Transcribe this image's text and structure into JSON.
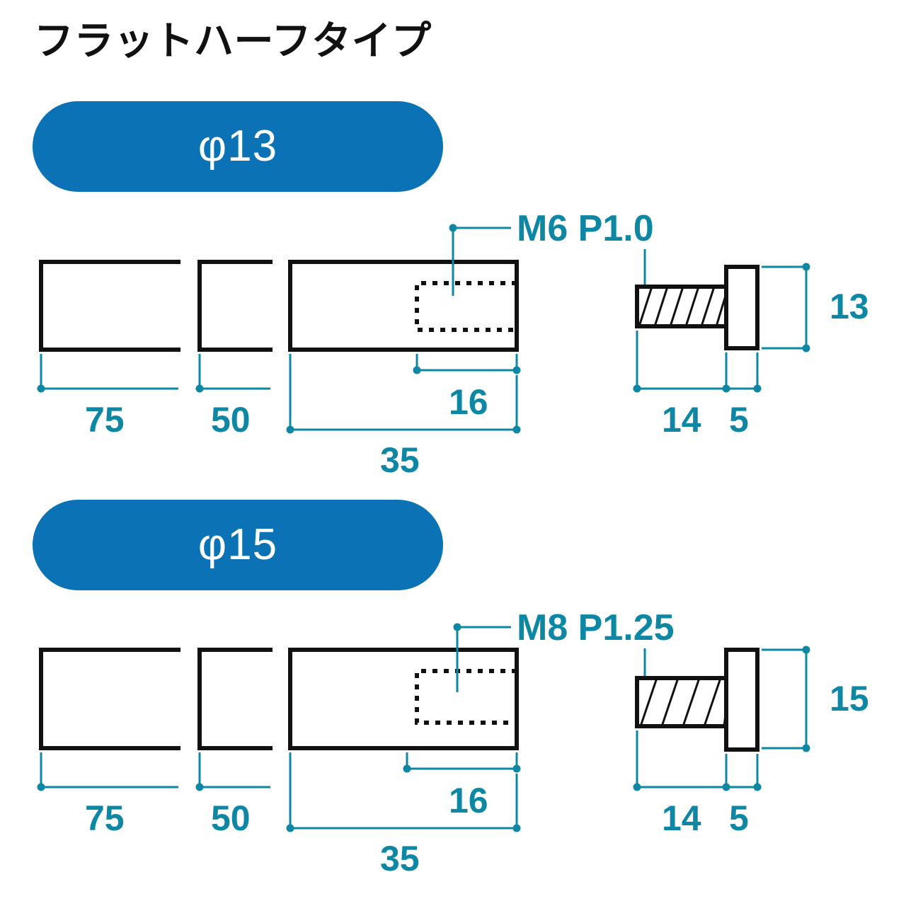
{
  "colors": {
    "badge_blue": "#0b72b5",
    "dimension_teal": "#0d87a3",
    "outline_black": "#111111",
    "background": "#ffffff"
  },
  "header": {
    "title": "フラットハーフタイプ"
  },
  "sections": [
    {
      "id": "phi13",
      "badge_label": "φ13",
      "thread_spec": "M6 P1.0",
      "blocks": [
        {
          "name": "block-75",
          "dimension": "75"
        },
        {
          "name": "block-50",
          "dimension": "50"
        },
        {
          "name": "block-35",
          "dimension": "35",
          "inner_dimension": "16"
        }
      ],
      "screw": {
        "shaft_length": "14",
        "head_width": "5",
        "head_height": "13"
      }
    },
    {
      "id": "phi15",
      "badge_label": "φ15",
      "thread_spec": "M8 P1.25",
      "blocks": [
        {
          "name": "block-75",
          "dimension": "75"
        },
        {
          "name": "block-50",
          "dimension": "50"
        },
        {
          "name": "block-35",
          "dimension": "35",
          "inner_dimension": "16"
        }
      ],
      "screw": {
        "shaft_length": "14",
        "head_width": "5",
        "head_height": "15"
      }
    }
  ]
}
